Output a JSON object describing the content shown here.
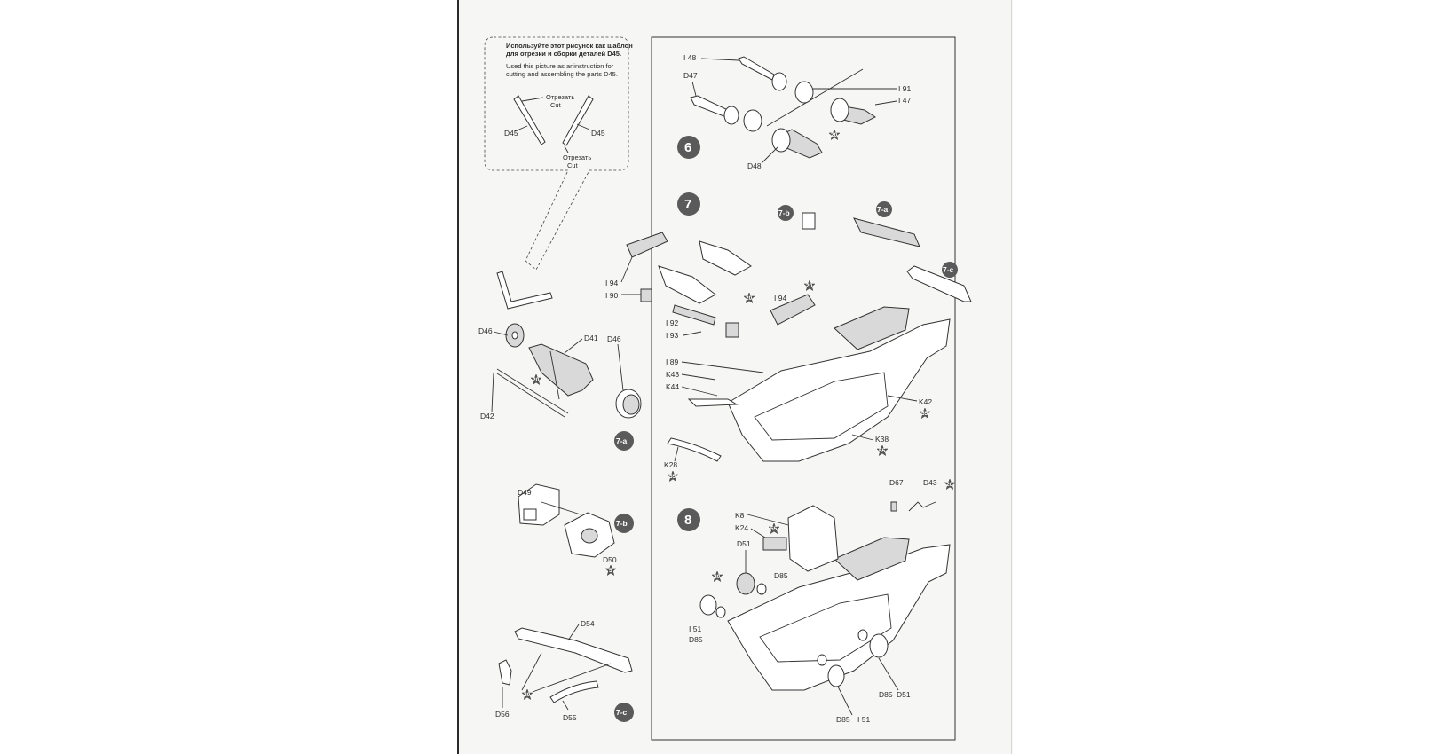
{
  "template_note": {
    "ru_line1": "Используйте этот рисунок как шаблон",
    "ru_line2": "для отрезки и сборки деталей D45.",
    "en_line1": "Used this picture as aninstruction for",
    "en_line2": "cutting and assembling the parts D45.",
    "cut_ru": "Отрезать",
    "cut_en": "Cut",
    "part_left": "D45",
    "part_right": "D45"
  },
  "steps": {
    "s6": "6",
    "s7": "7",
    "s8": "8"
  },
  "subassemblies": {
    "a": "7-a",
    "b": "7-b",
    "c": "7-c"
  },
  "labels_7a": {
    "d46_left": "D46",
    "d41": "D41",
    "d46_right": "D46",
    "d42": "D42"
  },
  "labels_7b": {
    "d49": "D49",
    "d50": "D50"
  },
  "labels_7c": {
    "d54": "D54",
    "d56": "D56",
    "d55": "D55"
  },
  "labels_6": {
    "i48": "I 48",
    "d47": "D47",
    "i91": "I 91",
    "i47": "I 47",
    "d48": "D48"
  },
  "labels_7": {
    "i94_left": "I 94",
    "i90": "I 90",
    "i94_right": "I 94",
    "i92": "I 92",
    "i93": "I 93",
    "i89": "I 89",
    "k43": "K43",
    "k44": "K44",
    "k42": "K42",
    "k38": "K38",
    "k28": "K28"
  },
  "labels_8": {
    "d67": "D67",
    "d43": "D43",
    "k8": "K8",
    "k24": "K24",
    "d51_top": "D51",
    "d85_top": "D85",
    "i51_left": "I 51",
    "d85_left": "D85",
    "d85_right": "D85",
    "d51_right": "D51",
    "d85_bottom": "D85",
    "i51_bottom": "I 51"
  },
  "stars": {
    "s7a": "20",
    "s7b": "5",
    "s7c": "20",
    "s6": "20",
    "s7_a": "20",
    "s7_b": "20",
    "s7_k42": "55",
    "s7_k38": "55",
    "s7_k28": "55",
    "s8_d43": "20",
    "s8_k24": "55",
    "s8_left": "20"
  },
  "colors": {
    "ink": "#333333",
    "badge": "#5a5a5a",
    "paper": "#f6f6f4"
  }
}
